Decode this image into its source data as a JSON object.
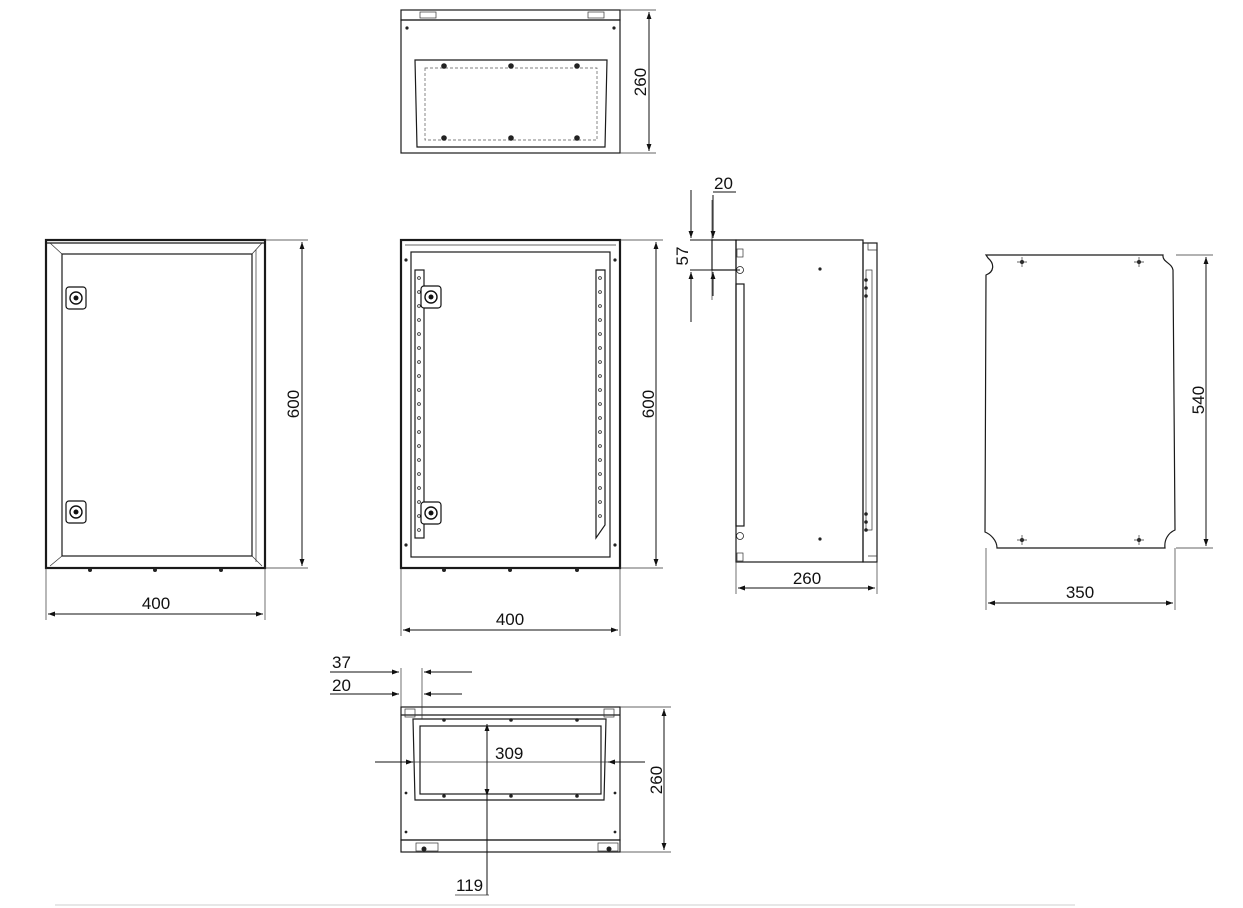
{
  "dimensions": {
    "top_depth": "260",
    "front_height": "600",
    "front_width": "400",
    "open_height": "600",
    "open_width": "400",
    "side_hinge_offset": "20",
    "side_hinge_height": "57",
    "side_depth": "260",
    "plate_height": "540",
    "plate_width": "350",
    "bottom_offset_37": "37",
    "bottom_offset_20": "20",
    "bottom_inner_width": "309",
    "bottom_depth": "260",
    "bottom_offset_119": "119"
  }
}
